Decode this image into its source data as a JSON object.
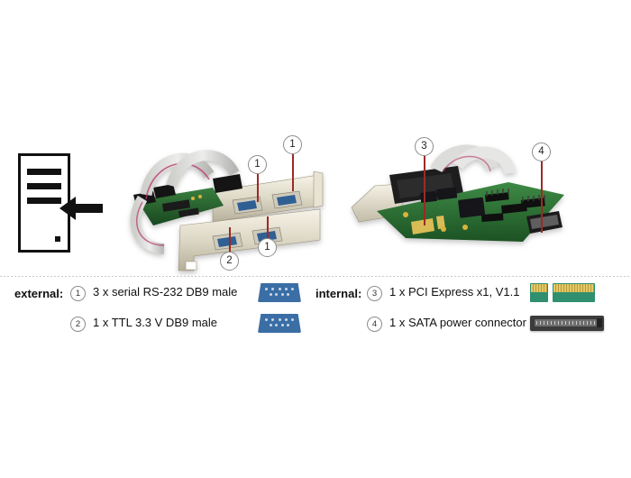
{
  "product": {
    "left_photo_alt": "Serial PCI Express card with ribbon cables and DB9 slot brackets",
    "right_photo_alt": "PCI Express card top view showing gold edge connector and SATA power connector"
  },
  "install_icon": {
    "name": "pc-tower-with-arrow",
    "bays": 3
  },
  "callouts": [
    {
      "id": "1",
      "label": "1",
      "target": "db9-port-upper-right"
    },
    {
      "id": "1b",
      "label": "1",
      "target": "db9-port-upper-left"
    },
    {
      "id": "1c",
      "label": "1",
      "target": "db9-port-lower-right"
    },
    {
      "id": "2",
      "label": "2",
      "target": "db9-port-lower-left"
    },
    {
      "id": "3",
      "label": "3",
      "target": "pci-express-edge-connector"
    },
    {
      "id": "4",
      "label": "4",
      "target": "sata-power-connector"
    }
  ],
  "legend": {
    "external": {
      "group_label": "external:",
      "items": [
        {
          "number": "1",
          "text": "3 x serial RS-232 DB9 male",
          "icon": "db9-connector-icon"
        },
        {
          "number": "2",
          "text": "1 x TTL 3.3 V DB9 male",
          "icon": "db9-connector-icon"
        }
      ]
    },
    "internal": {
      "group_label": "internal:",
      "items": [
        {
          "number": "3",
          "text": "1 x PCI Express x1, V1.1",
          "icon": "pcie-edge-connector-icon"
        },
        {
          "number": "4",
          "text": "1 x SATA power connector",
          "icon": "sata-power-connector-icon"
        }
      ]
    }
  },
  "colors": {
    "db9_blue": "#3a6ea5",
    "pcb_green": "#2f8f6e",
    "gold": "#d9bc55",
    "sata_dark": "#3b3b3b",
    "leader_red": "#9c2a25",
    "text": "#111111"
  }
}
